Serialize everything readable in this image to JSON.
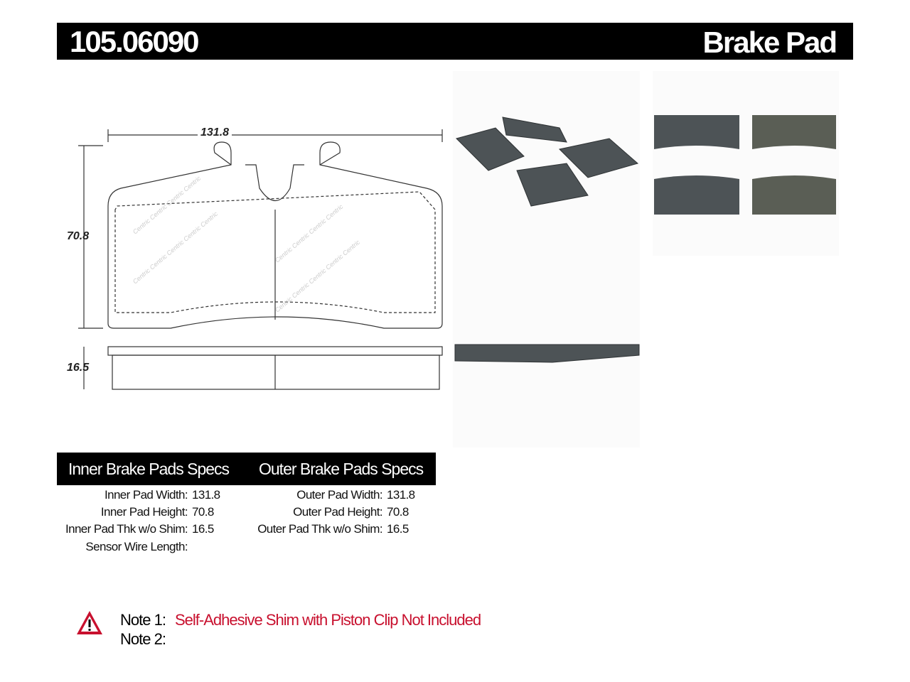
{
  "header": {
    "part_number": "105.06090",
    "product_type": "Brake Pad"
  },
  "drawing": {
    "width_label": "131.8",
    "height_label": "70.8",
    "thickness_label": "16.5",
    "watermark": "Centric"
  },
  "specs": {
    "inner_title": "Inner Brake Pads Specs",
    "outer_title": "Outer Brake Pads Specs",
    "inner": [
      {
        "label": "Inner Pad Width:",
        "value": "131.8"
      },
      {
        "label": "Inner Pad Height:",
        "value": "70.8"
      },
      {
        "label": "Inner Pad Thk w/o Shim:",
        "value": "16.5"
      },
      {
        "label": "Sensor Wire Length:",
        "value": ""
      }
    ],
    "outer": [
      {
        "label": "Outer Pad Width:",
        "value": "131.8"
      },
      {
        "label": "Outer Pad Height:",
        "value": "70.8"
      },
      {
        "label": "Outer Pad Thk w/o Shim:",
        "value": "16.5"
      }
    ]
  },
  "notes": [
    {
      "label": "Note 1:",
      "text": "Self-Adhesive Shim with Piston Clip Not Included"
    },
    {
      "label": "Note 2:",
      "text": ""
    }
  ],
  "colors": {
    "note_red": "#c8102e",
    "pad_gray": "#4d5356"
  }
}
